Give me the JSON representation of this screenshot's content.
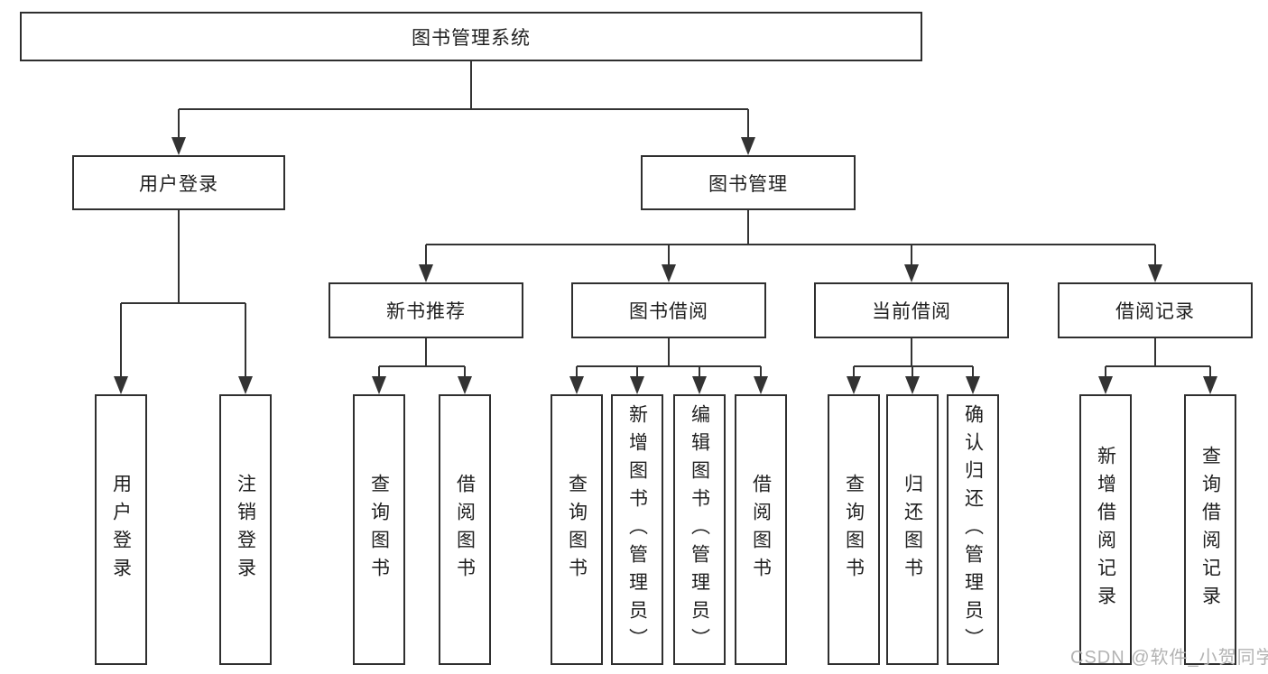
{
  "colors": {
    "line": "#333333",
    "box_border": "#2f2f2f",
    "text": "#1f1f1f",
    "background": "#ffffff",
    "watermark": "#b3b3b3"
  },
  "root": {
    "label": "图书管理系统"
  },
  "level2": [
    {
      "label": "用户登录"
    },
    {
      "label": "图书管理"
    }
  ],
  "level3": [
    {
      "label": "新书推荐"
    },
    {
      "label": "图书借阅"
    },
    {
      "label": "当前借阅"
    },
    {
      "label": "借阅记录"
    }
  ],
  "leaves": {
    "login": [
      "用户登录",
      "注销登录"
    ],
    "newbook": [
      "查询图书",
      "借阅图书"
    ],
    "borrow": [
      "查询图书",
      "新增图书（管理员）",
      "编辑图书（管理员）",
      "借阅图书"
    ],
    "current": [
      "查询图书",
      "归还图书",
      "确认归还（管理员）"
    ],
    "records": [
      "新增借阅记录",
      "查询借阅记录"
    ]
  },
  "watermark": {
    "text": "CSDN @软件_小贺同学"
  }
}
